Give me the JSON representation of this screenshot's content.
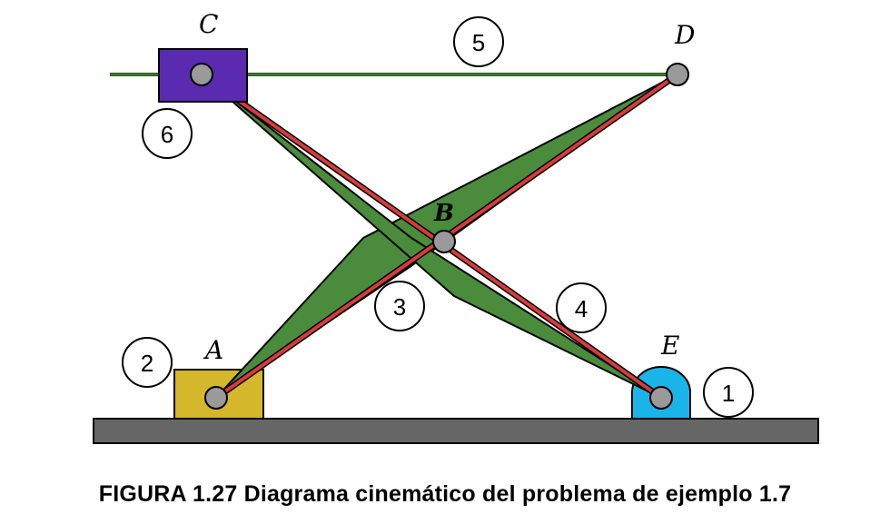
{
  "caption": "FIGURA 1.27 Diagrama cinemático del problema de ejemplo 1.7",
  "points": {
    "A": "A",
    "B": "B",
    "C": "C",
    "D": "D",
    "E": "E"
  },
  "links": {
    "l1": "1",
    "l2": "2",
    "l3": "3",
    "l4": "4",
    "l5": "5",
    "l6": "6"
  },
  "colors": {
    "ground": "#666666",
    "slider_A": "#d4b72a",
    "slider_C": "#5a2ab0",
    "pivot_E": "#1ab4e8",
    "link_fill": "#4a8c3c",
    "link_bar": "#d93a3a",
    "pin": "#9a9a9a",
    "track": "#2e5a22"
  }
}
